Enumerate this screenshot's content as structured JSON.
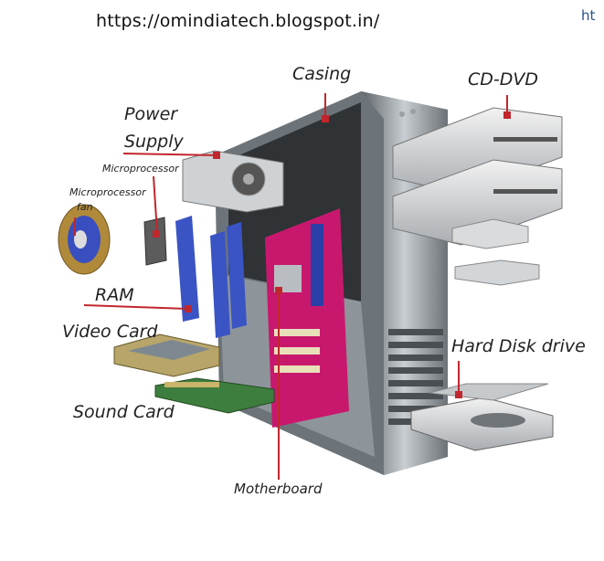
{
  "header": {
    "url": "https://omindiatech.blogspot.in/",
    "url_fragment": "ht"
  },
  "labels": {
    "casing": "Casing",
    "cd_dvd": "CD-DVD",
    "power_supply_line1": "Power",
    "power_supply_line2": "Supply",
    "microprocessor": "Microprocessor",
    "microprocessor_fan_line1": "Microprocessor",
    "microprocessor_fan_line2": "fan",
    "ram": "RAM",
    "video_card": "Video Card",
    "sound_card": "Sound Card",
    "hard_disk_drive": "Hard Disk drive",
    "motherboard": "Motherboard"
  },
  "colors": {
    "leader_line": "#c0272d",
    "motherboard": "#c8186e",
    "ram": "#3a54c4",
    "case_metal": "#8f969c",
    "case_dark": "#3b3f44"
  }
}
